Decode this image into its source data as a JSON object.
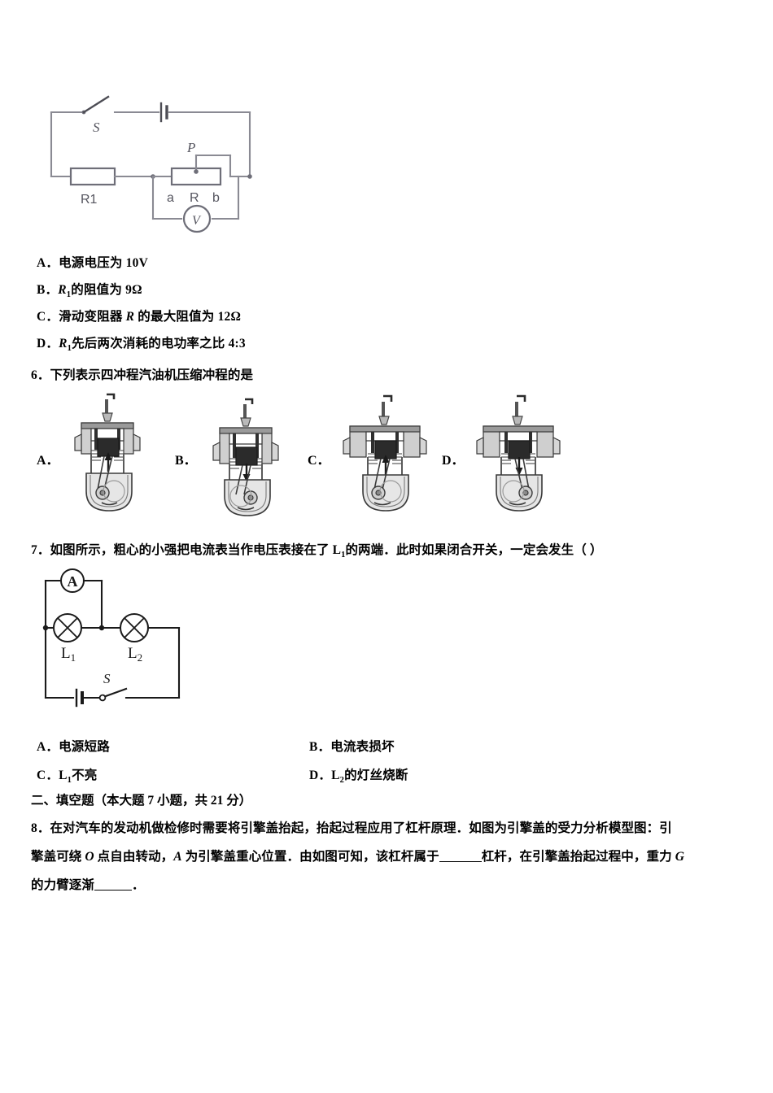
{
  "document": {
    "type": "physics-exam-page",
    "language": "zh-CN"
  },
  "question5": {
    "figure_name": "circuit-diagram-rheostat",
    "circuit_labels": {
      "switch": "S",
      "resistor": "R1",
      "slider": "P",
      "rheostat": "R",
      "terminal_a": "a",
      "terminal_b": "b",
      "voltmeter": "V"
    },
    "options": [
      {
        "label": "A．",
        "text": "电源电压为 10V",
        "html": "电源电压为 10V"
      },
      {
        "label": "B．",
        "text": "R₁的阻值为 9Ω",
        "html": "R1_sub的阻值为 9Ω"
      },
      {
        "label": "C．",
        "text": "滑动变阻器 R 的最大阻值为 12Ω",
        "html": "滑动变阻器 R 的最大阻值为 12Ω"
      },
      {
        "label": "D．",
        "text": "R₁先后两次消耗的电功率之比 4:3",
        "html": "R1_sub先后两次消耗的电功率之比 4:3"
      }
    ]
  },
  "question6": {
    "number": "6．",
    "stem": "下列表示四冲程汽油机压缩冲程的是",
    "choices": [
      {
        "label": "A．",
        "figure": "engine-stroke-diagram-a",
        "arrow": "up"
      },
      {
        "label": "B．",
        "figure": "engine-stroke-diagram-b",
        "arrow": "down"
      },
      {
        "label": "C．",
        "figure": "engine-stroke-diagram-c",
        "arrow": "up"
      },
      {
        "label": "D．",
        "figure": "engine-stroke-diagram-d",
        "arrow": "down"
      }
    ]
  },
  "question7": {
    "number": "7．",
    "stem_before": "如图所示，粗心的小强把电流表当作电压表接在了 L",
    "stem_sub": "1",
    "stem_after": "的两端．此时如果闭合开关，一定会发生（      ）",
    "figure_name": "circuit-diagram-two-lamps",
    "circuit_labels": {
      "ammeter": "A",
      "lamp1": "L",
      "lamp1_sub": "1",
      "lamp2": "L",
      "lamp2_sub": "2",
      "switch": "S"
    },
    "options": [
      {
        "label": "A．",
        "text": "电源短路"
      },
      {
        "label": "B．",
        "text": "电流表损坏"
      },
      {
        "label": "C．",
        "text": "L₁不亮",
        "main": "L",
        "sub": "1",
        "tail": "不亮"
      },
      {
        "label": "D．",
        "text": "L₂的灯丝烧断",
        "main": "L",
        "sub": "2",
        "tail": "的灯丝烧断"
      }
    ]
  },
  "section2": {
    "heading": "二、填空题（本大题 7 小题，共 21 分）"
  },
  "question8": {
    "number": "8．",
    "line1": "在对汽车的发动机做检修时需要将引擎盖抬起，抬起过程应用了杠杆原理．如图为引擎盖的受力分析模型图：引",
    "line2_a": "擎盖可绕 ",
    "line2_o": "O",
    "line2_b": " 点自由转动，",
    "line2_A": "A",
    "line2_c": " 为引擎盖重心位置．由如图可知，该杠杆属于",
    "line2_d": "杠杆，在引擎盖抬起过程中，重力 ",
    "line2_G": "G",
    "line3_a": "的力臂逐渐",
    "line3_b": "．"
  },
  "colors": {
    "circuit_stroke": "#8a8a93",
    "circuit_stroke_dark": "#1a1a1a",
    "label_text": "#4a4a55",
    "page_bg": "#ffffff",
    "engine_dark": "#2b2b2b",
    "engine_mid": "#8d8d8d"
  }
}
